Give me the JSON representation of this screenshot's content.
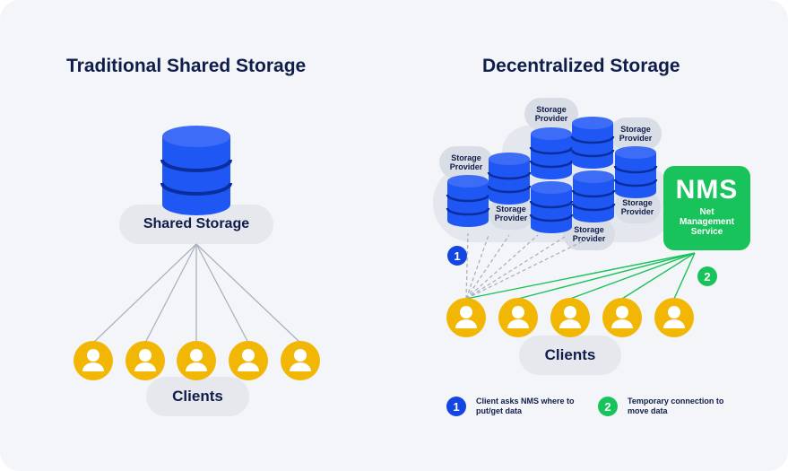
{
  "traditional": {
    "title": "Traditional Shared Storage",
    "storage_label": "Shared Storage",
    "clients_label": "Clients"
  },
  "decentralized": {
    "title": "Decentralized Storage",
    "provider_label": "Storage\nProvider",
    "clients_label": "Clients",
    "nms": {
      "abbr": "NMS",
      "full_name": "Net\nManagement\nService"
    }
  },
  "legend": {
    "step1": {
      "number": "1",
      "text": "Client asks NMS where to\nput/get data"
    },
    "step2": {
      "number": "2",
      "text": "Temporary connection to\nmove data"
    }
  },
  "colors": {
    "database_blue": "#1f57f5",
    "client_yellow": "#f2b705",
    "nms_green": "#19c35b",
    "badge_blue": "#1346e0",
    "title_navy": "#0f1d4a"
  },
  "icons": {
    "database": "database-icon",
    "client": "user-icon"
  }
}
